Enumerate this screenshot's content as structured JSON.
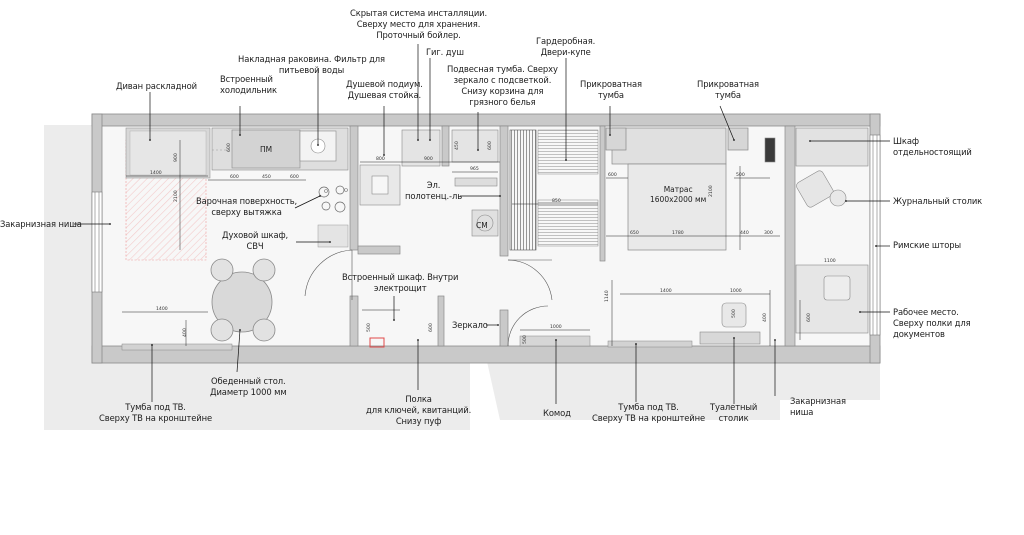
{
  "labels": {
    "hidden_installation": "Скрытая система инсталляции.\nСверху место для хранения.\nПроточный бойлер.",
    "overlay_sink": "Накладная раковина. Фильтр для\nпитьевой воды",
    "hyg_shower": "Гиг. душ",
    "vanity": "Подвесная тумба. Сверху\nзеркало с подсветкой.\nСнизу корзина для\nгрязного белья",
    "wardrobe": "Гардеробная.\nДвери-купе",
    "sofa_bed": "Диван раскладной",
    "built_in_fridge": "Встроенный\nхолодильник",
    "shower_podium": "Душевой подиум.\nДушевая стойка.",
    "bedside_left": "Прикроватная\nтумба",
    "bedside_right": "Прикроватная\nтумба",
    "wardrobe_right": "Шкаф\nотдельностоящий",
    "coffee_table": "Журнальный столик",
    "roman_blinds": "Римские шторы",
    "workplace": "Рабочее место.\nСверху полки для\nдокументов",
    "niche_left": "Закарнизная ниша",
    "hob": "Варочная поверхность,\nсверху вытяжка",
    "oven": "Духовой шкаф,\nСВЧ",
    "towel_rail": "Эл.\nполотенц.-ль",
    "builtin_closet": "Встроенный шкаф. Внутри\nэлектрощит",
    "mirror": "Зеркало",
    "dining_table": "Обеденный стол.\nДиаметр 1000 мм",
    "tv_left": "Тумба под ТВ.\nСверху ТВ на кронштейне",
    "key_shelf": "Полка\nдля ключей, квитанций.\nСнизу пуф",
    "dresser": "Комод",
    "tv_right": "Тумба под ТВ.\nСверху ТВ на кронштейне",
    "dressing_table": "Туалетный\nстолик",
    "niche_right": "Закарнизная\nниша"
  },
  "inner_labels": {
    "pm": "ПМ",
    "sm": "СМ",
    "mattress": "Матрас\n1600x2000 мм"
  },
  "dimensions": {
    "sofa_w": "1400",
    "sofa_d": "900",
    "sofa_h": "2100",
    "kitchen_600a": "600",
    "kitchen_450": "450",
    "kitchen_600b": "600",
    "kitchen_depth": "600",
    "tv_left_w": "1400",
    "tv_left_h": "400",
    "bath_800": "800",
    "bath_900": "900",
    "bath_965": "965",
    "bath_450": "450",
    "bath_600": "600",
    "closet_500": "500",
    "closet_600": "600",
    "wardrobe_850": "850",
    "bed_600": "600",
    "bed_500": "500",
    "bed_1780": "1780",
    "bed_650": "650",
    "bed_440": "440",
    "bed_2100": "2100",
    "tv_right_w": "1400",
    "dressing_w": "1000",
    "dresser_w": "1000",
    "dresser_d": "500",
    "desk_w": "1100",
    "desk_d": "600",
    "right_1140": "1140",
    "right_300": "300",
    "right_400": "400",
    "right_500": "500"
  },
  "colors": {
    "wall": "#c9c9c9",
    "wall_edge": "#8a8a8a",
    "shadow": "#e6e6e6",
    "leader": "#111111",
    "accent_red": "#e04848",
    "sofa_hatch": "#f1c3c3"
  }
}
